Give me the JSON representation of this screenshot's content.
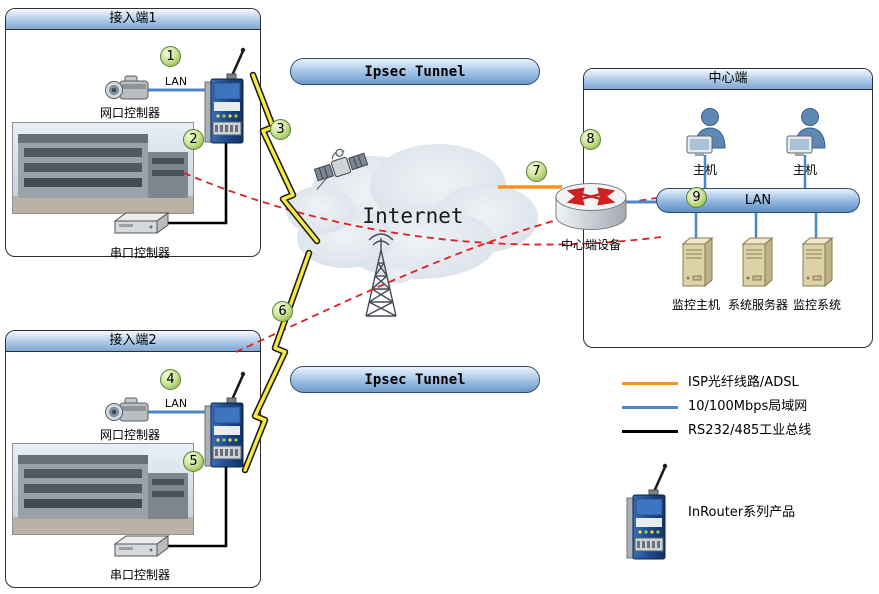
{
  "access1": {
    "title": "接入端1",
    "lan": "LAN",
    "camera": "网口控制器",
    "serial": "串口控制器"
  },
  "access2": {
    "title": "接入端2",
    "lan": "LAN",
    "camera": "网口控制器",
    "serial": "串口控制器"
  },
  "center": {
    "title": "中心端",
    "lan": "LAN",
    "device": "中心端设备",
    "hosts": [
      "主机",
      "主机"
    ],
    "servers": [
      "监控主机",
      "系统服务器",
      "监控系统"
    ]
  },
  "tunnels": {
    "top": "Ipsec Tunnel",
    "bottom": "Ipsec Tunnel"
  },
  "internet": "Internet",
  "badges": [
    "1",
    "2",
    "3",
    "4",
    "5",
    "6",
    "7",
    "8",
    "9"
  ],
  "legend": {
    "items": [
      {
        "label": "ISP光纤线路/ADSL",
        "color": "#f7941d"
      },
      {
        "label": "10/100Mbps局域网",
        "color": "#4a86c8"
      },
      {
        "label": "RS232/485工业总线",
        "color": "#000000"
      }
    ],
    "product": "InRouter系列产品"
  }
}
